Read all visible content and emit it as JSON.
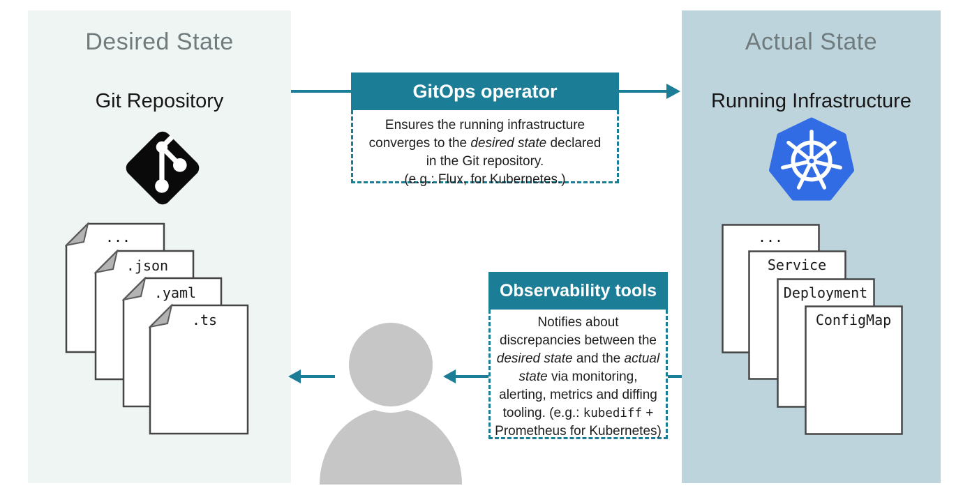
{
  "diagram": {
    "left_panel": {
      "title": "Desired State",
      "label": "Git Repository",
      "icon": "git-icon",
      "documents": [
        "...",
        ".json",
        ".yaml",
        ".ts"
      ]
    },
    "right_panel": {
      "title": "Actual State",
      "label": "Running Infrastructure",
      "icon": "kubernetes-icon",
      "documents": [
        "...",
        "Service",
        "Deployment",
        "ConfigMap"
      ]
    },
    "gitops_operator": {
      "title": "GitOps operator",
      "description_segments": [
        {
          "text": "Ensures the running infrastructure\nconverges to the "
        },
        {
          "text": "desired state",
          "italic": true
        },
        {
          "text": " declared\nin the Git repository.\n(e.g.: Flux, for Kubernetes.)"
        }
      ]
    },
    "observability_tools": {
      "title": "Observability tools",
      "description_segments": [
        {
          "text": "Notifies about\ndiscrepancies between the\n"
        },
        {
          "text": "desired state",
          "italic": true
        },
        {
          "text": " and the "
        },
        {
          "text": "actual\nstate",
          "italic": true
        },
        {
          "text": " via monitoring,\nalerting, metrics and diffing\ntooling. (e.g.: "
        },
        {
          "text": "kubediff",
          "mono": true
        },
        {
          "text": " +\nPrometheus for Kubernetes)"
        }
      ]
    },
    "icons": [
      "git-icon",
      "kubernetes-icon",
      "person-icon",
      "arrow-right-icon",
      "arrow-left-icon"
    ],
    "colors": {
      "accent_teal": "#1B7D96",
      "left_panel_bg": "#EFF5F3",
      "right_panel_bg": "#BED4DC",
      "kubernetes_blue": "#326CE5",
      "person_gray": "#C6C6C6",
      "title_gray": "#707B7E",
      "git_black": "#0A0A0A"
    }
  }
}
